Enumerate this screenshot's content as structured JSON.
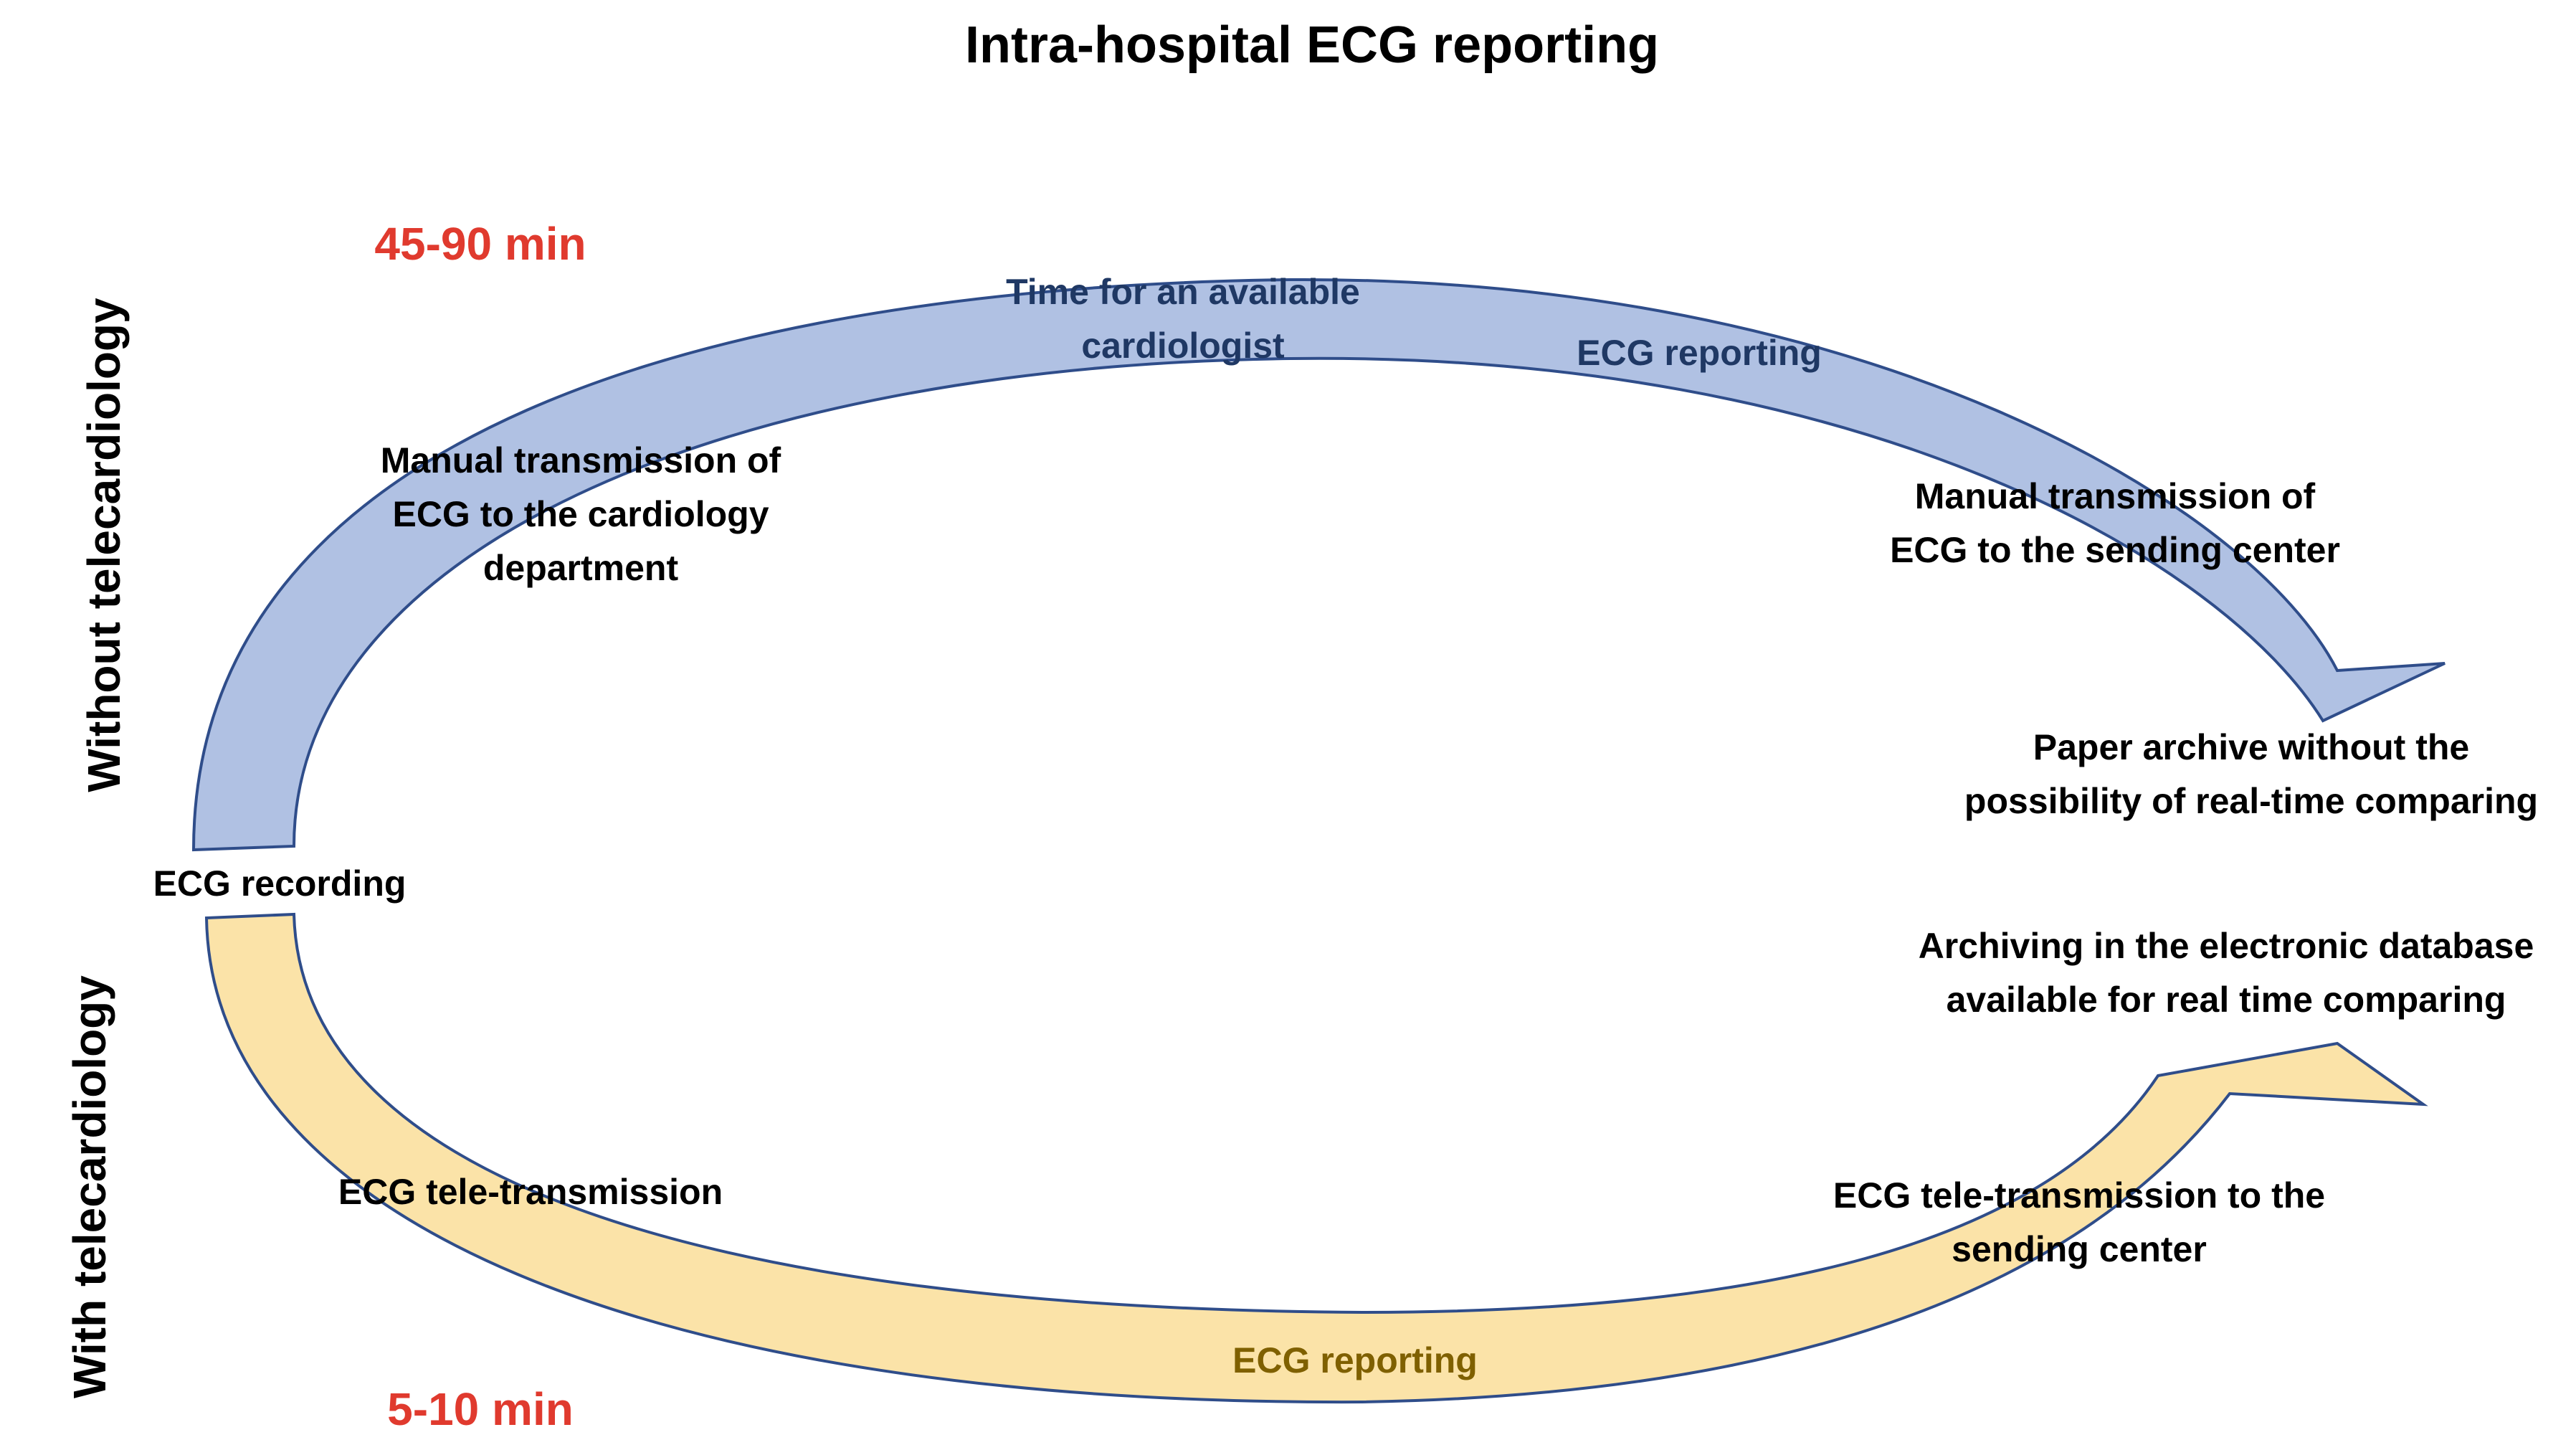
{
  "title": "Intra-hospital ECG reporting",
  "colors": {
    "blue_arrow": "#b0c1e3",
    "yellow_arrow": "#fbe3a8",
    "arrow_stroke": "#2f4d8a",
    "time_accent": "#e03a2e"
  },
  "without": {
    "side_label": "Without telecardiology",
    "time": "45-90 min",
    "steps": {
      "manual_to_cardiology": [
        "Manual transmission of",
        "ECG to the cardiology",
        "department"
      ],
      "time_for_cardiologist": [
        "Time for an available",
        "cardiologist"
      ],
      "ecg_reporting": "ECG reporting",
      "manual_to_sending": [
        "Manual transmission of",
        "ECG to the sending center"
      ],
      "paper_archive": [
        "Paper archive without the",
        "possibility of real-time comparing"
      ]
    }
  },
  "start": "ECG recording",
  "with": {
    "side_label": "With telecardiology",
    "time": "5-10 min",
    "steps": {
      "tele_transmission": "ECG tele-transmission",
      "ecg_reporting": "ECG reporting",
      "tele_to_sending": [
        "ECG tele-transmission to the",
        "sending center"
      ],
      "electronic_archive": [
        "Archiving in the electronic database",
        "available for real time comparing"
      ]
    }
  }
}
